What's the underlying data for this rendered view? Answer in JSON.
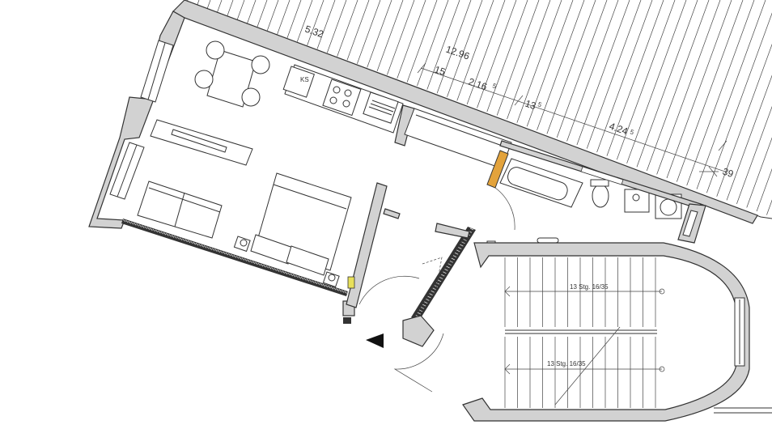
{
  "dimensions": {
    "d1": "5.32",
    "d2": "12.96",
    "d3": "15",
    "d4": "2.16",
    "d4_sup": "5",
    "d5": "13",
    "d5_sup": "5",
    "d6": "4.24",
    "d6_sup": "5",
    "d7": "39"
  },
  "labels": {
    "fridge": "KS",
    "stairs_upper": "13 Stg. 16/35",
    "stairs_lower": "13 Stg. 16/35"
  },
  "colors": {
    "wall_fill": "#d2d2d2",
    "line": "#333333",
    "accent_tan": "#e3a33c",
    "accent_green": "#e8e05a"
  },
  "icons": {
    "entrance": "entrance-arrow-icon"
  }
}
